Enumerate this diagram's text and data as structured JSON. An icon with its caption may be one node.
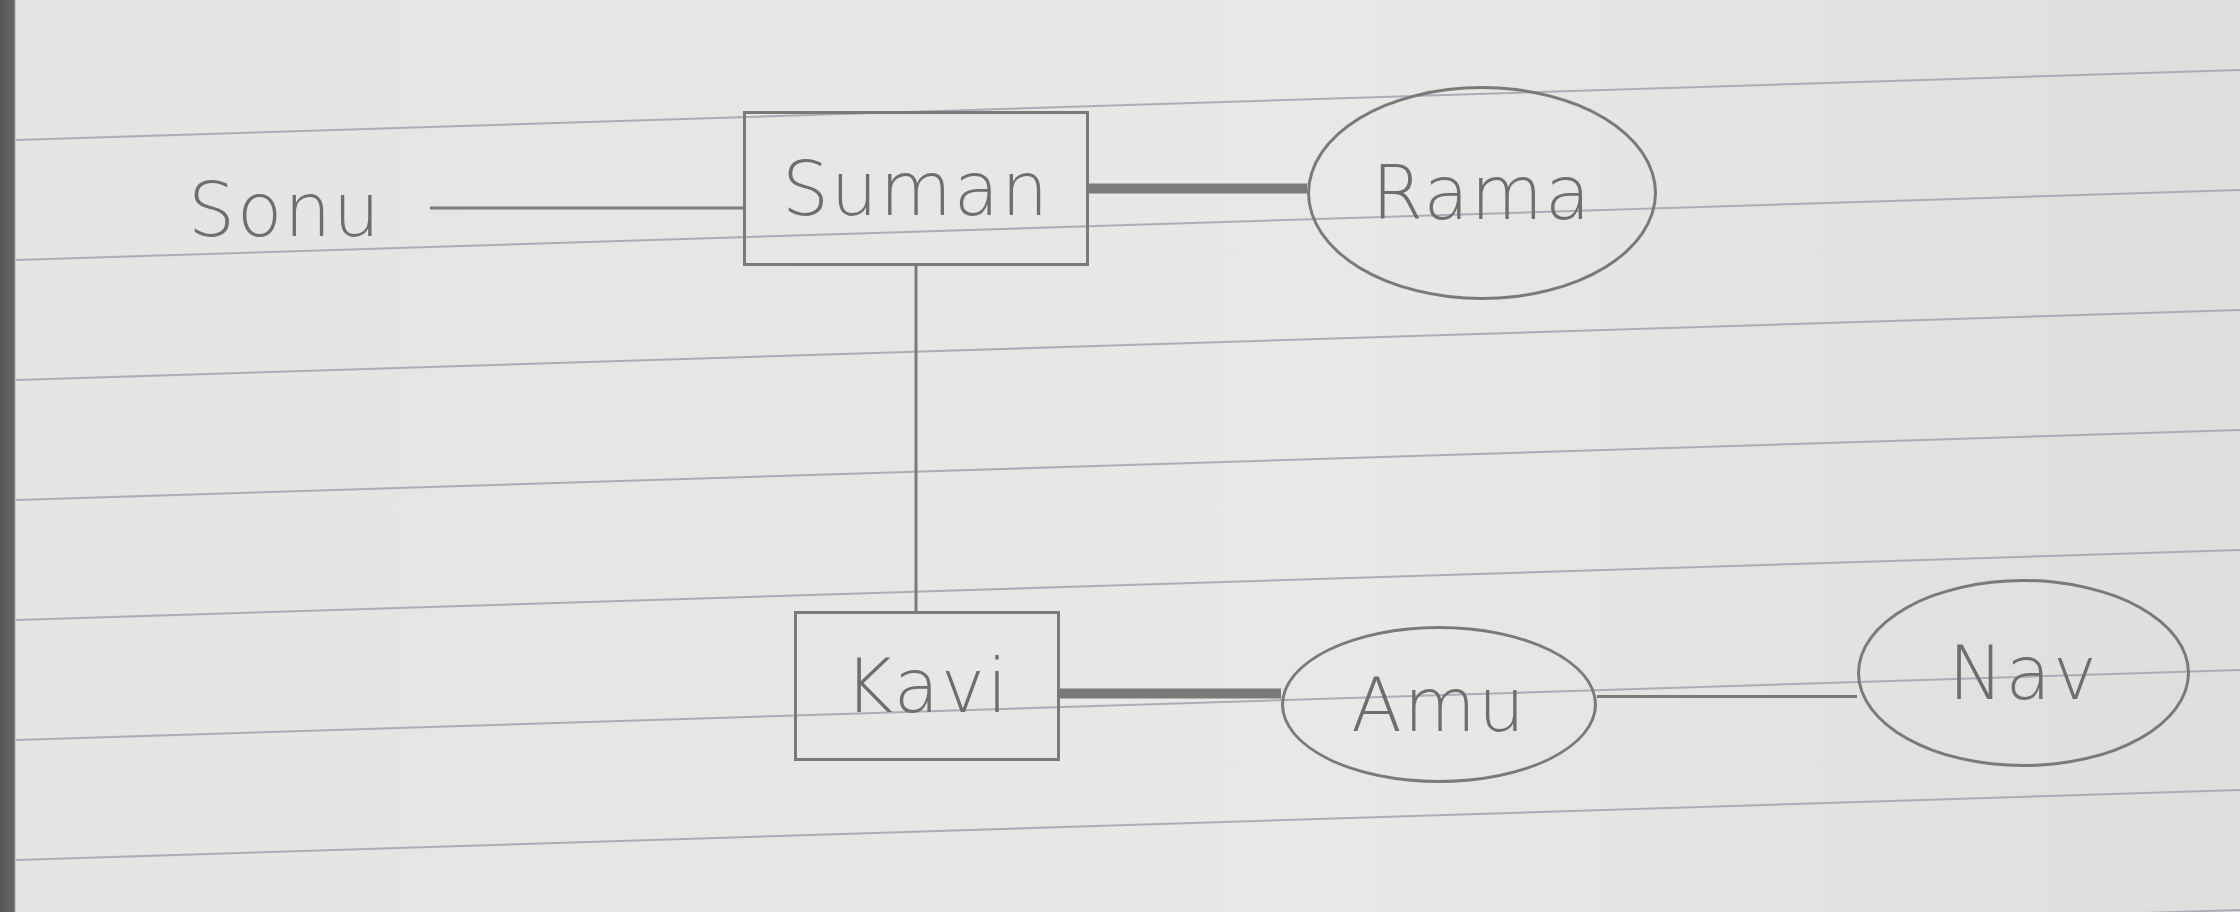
{
  "diagram": {
    "nodes": [
      {
        "text": [
          "Sonu"
        ]
      },
      {
        "text": [
          "Suman"
        ]
      },
      {
        "text": [
          "Rama"
        ]
      },
      {
        "text": [
          "Kavi"
        ]
      },
      {
        "text": [
          "Amu"
        ]
      },
      {
        "text": [
          "Nav"
        ]
      }
    ],
    "edges": [
      {
        "from": 0,
        "to": 1,
        "arrow": "none"
      },
      {
        "from": 1,
        "to": 2,
        "arrow": "none",
        "style": "thick"
      },
      {
        "from": 1,
        "to": 3,
        "arrow": "none"
      },
      {
        "from": 3,
        "to": 4,
        "arrow": "none",
        "style": "thick"
      },
      {
        "from": 4,
        "to": 5,
        "arrow": "none"
      }
    ]
  }
}
